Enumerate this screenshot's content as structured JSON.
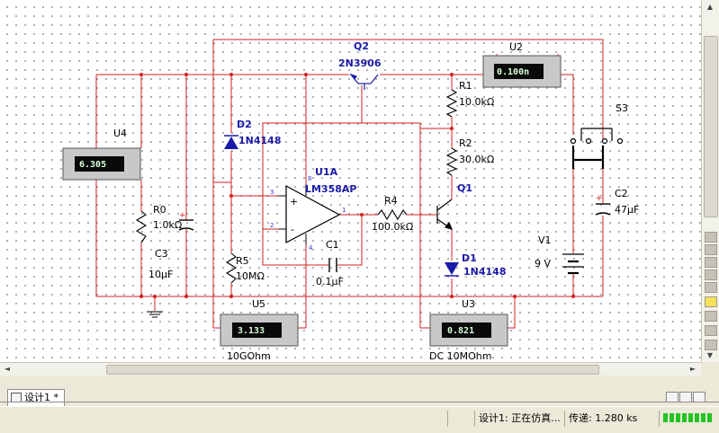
{
  "components": {
    "u4": {
      "ref": "U4",
      "display": "6.305"
    },
    "u2": {
      "ref": "U2",
      "display": "0.100n"
    },
    "u5": {
      "ref": "U5",
      "display": "3.133",
      "setting": "10GOhm"
    },
    "u3": {
      "ref": "U3",
      "display": "0.821",
      "setting": "DC  10MOhm"
    },
    "q2": {
      "ref": "Q2",
      "model": "2N3906"
    },
    "q1": {
      "ref": "Q1"
    },
    "d2": {
      "ref": "D2",
      "model": "1N4148"
    },
    "d1": {
      "ref": "D1",
      "model": "1N4148"
    },
    "u1a": {
      "ref": "U1A",
      "model": "LM358AP",
      "pins": [
        "3",
        "2",
        "1",
        "4",
        "8"
      ],
      "plus": "+",
      "minus": "-"
    },
    "r0": {
      "ref": "R0",
      "value": "1.0kΩ"
    },
    "r1": {
      "ref": "R1",
      "value": "10.0kΩ"
    },
    "r2": {
      "ref": "R2",
      "value": "30.0kΩ"
    },
    "r4": {
      "ref": "R4",
      "value": "100.0kΩ"
    },
    "r5": {
      "ref": "R5",
      "value": "10MΩ"
    },
    "c1": {
      "ref": "C1",
      "value": "0.1µF"
    },
    "c2": {
      "ref": "C2",
      "value": "47µF"
    },
    "c3": {
      "ref": "C3",
      "value": "10µF"
    },
    "v1": {
      "ref": "V1",
      "value": "9 V"
    },
    "s3": {
      "ref": "S3"
    }
  },
  "tabs": [
    {
      "label": "设计1 *",
      "active": true
    }
  ],
  "scroll_arrows": {
    "left": "◄",
    "right": "►",
    "up": "▲",
    "down": "▼"
  },
  "status": {
    "design_state": "设计1: 正在仿真...",
    "transfer": "传递: 1.280 ks",
    "progress_fraction": 1.0
  },
  "colors": {
    "wire": "#d22020",
    "wire_dark": "#8b1a1a",
    "component_blue": "#1a1aa8",
    "meter_case": "#c8c8c8",
    "lcd_background": "#0a0a0a",
    "lcd_text": "#d7ffd7"
  }
}
